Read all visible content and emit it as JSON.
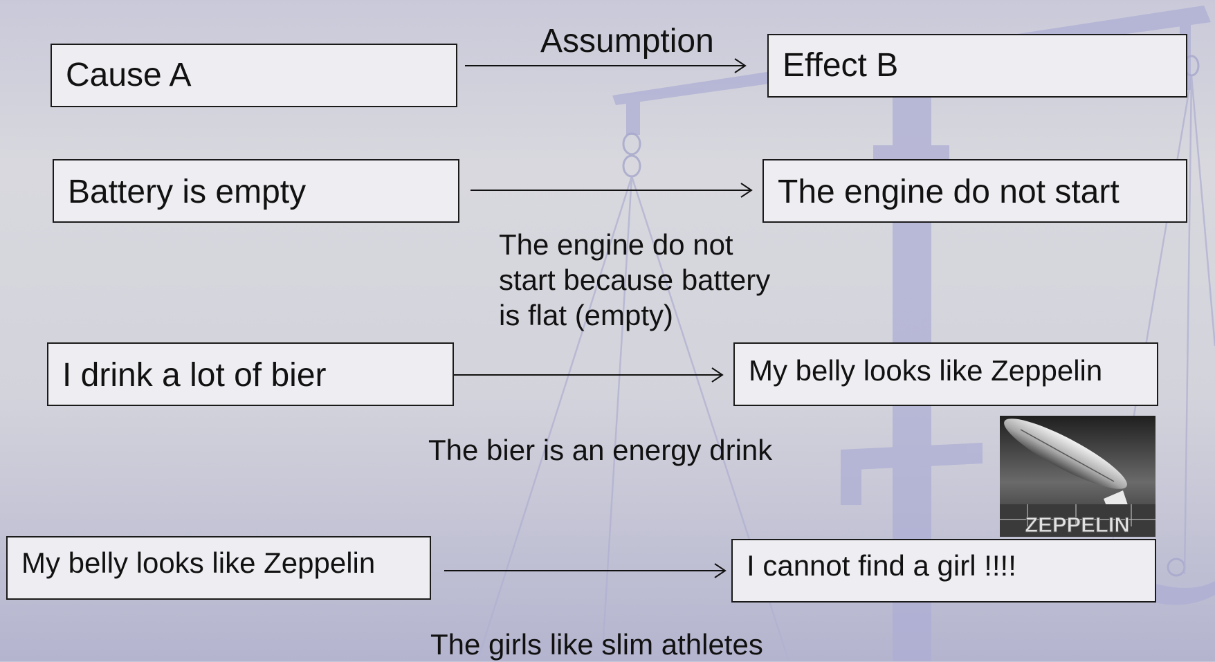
{
  "header": {
    "cause": "Cause A",
    "assumption": "Assumption",
    "effect": "Effect B"
  },
  "examples": [
    {
      "cause": "Battery is empty",
      "effect": "The engine do not  start",
      "assumption": [
        "The engine do not",
        "start because battery",
        "is flat (empty)"
      ]
    },
    {
      "cause": "I drink a lot of bier",
      "effect": "My belly looks like Zeppelin",
      "assumption": [
        "The bier is an energy drink"
      ]
    },
    {
      "cause": "My belly looks like Zeppelin",
      "effect": "I cannot find a girl !!!!",
      "assumption": [
        "The girls like slim athletes"
      ]
    }
  ],
  "image": {
    "caption": "ZEPPELIN"
  }
}
